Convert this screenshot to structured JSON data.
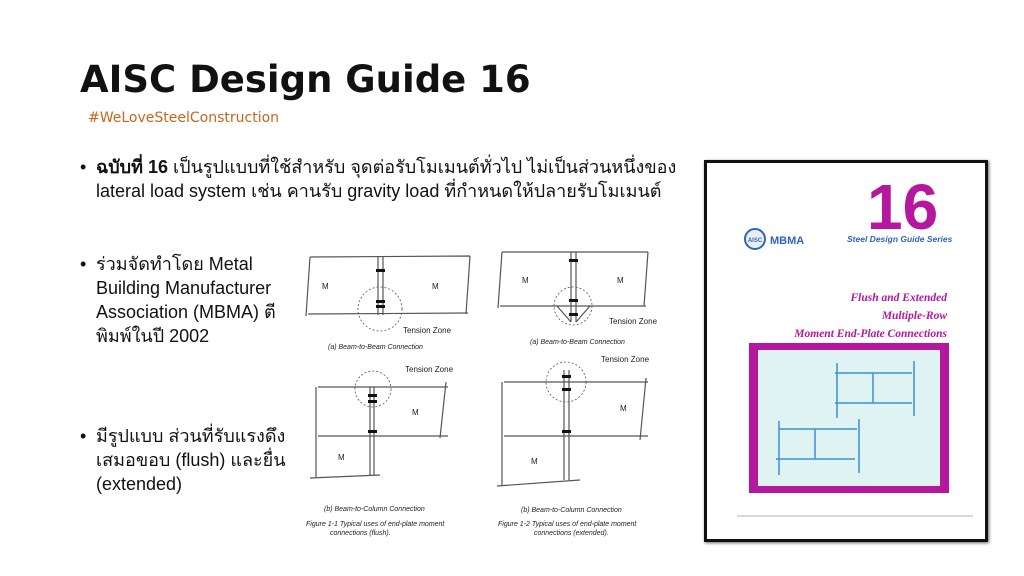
{
  "slide": {
    "title": "AISC Design Guide 16",
    "hashtag": "#WeLoveSteelConstruction",
    "bullets": [
      {
        "bold": "ฉบับที่ 16",
        "text": " เป็นรูปแบบที่ใช้สำหรับ จุดต่อรับโมเมนต์ทั่วไป ไม่เป็นส่วนหนึ่งของ lateral load system เช่น คานรับ gravity load ที่กำหนดให้ปลายรับโมเมนต์"
      },
      {
        "text": "ร่วมจัดทำโดย Metal Building Manufacturer Association (MBMA) ตีพิมพ์ในปี 2002"
      },
      {
        "text": "มีรูปแบบ ส่วนที่รับแรงดึง เสมอขอบ (flush) และยื่น (extended)"
      }
    ],
    "bullet_symbol": "•"
  },
  "figures": {
    "moment_label": "M",
    "tension_zone": "Tension Zone",
    "fig1a_caption": "(a)  Beam-to-Beam Connection",
    "fig1b_caption": "(b)  Beam-to-Column Connection",
    "fig1_caption_l1": "Figure 1-1  Typical uses of end-plate moment",
    "fig1_caption_l2": "connections (flush).",
    "fig2a_caption": "(a)  Beam-to-Beam Connection",
    "fig2b_caption": "(b)  Beam-to-Column Connection",
    "fig2_caption_l1": "Figure 1-2  Typical uses of end-plate moment",
    "fig2_caption_l2": "connections (extended)."
  },
  "cover": {
    "logo1": "AISC",
    "logo2": "MBMA",
    "series": "Steel Design Guide Series",
    "number": "16",
    "title_l1": "Flush and Extended",
    "title_l2": "Multiple-Row",
    "title_l3": "Moment End-Plate Connections",
    "colors": {
      "magenta": "#b5179e",
      "panel": "#dff3f2",
      "beam": "#3d8fd6"
    }
  }
}
